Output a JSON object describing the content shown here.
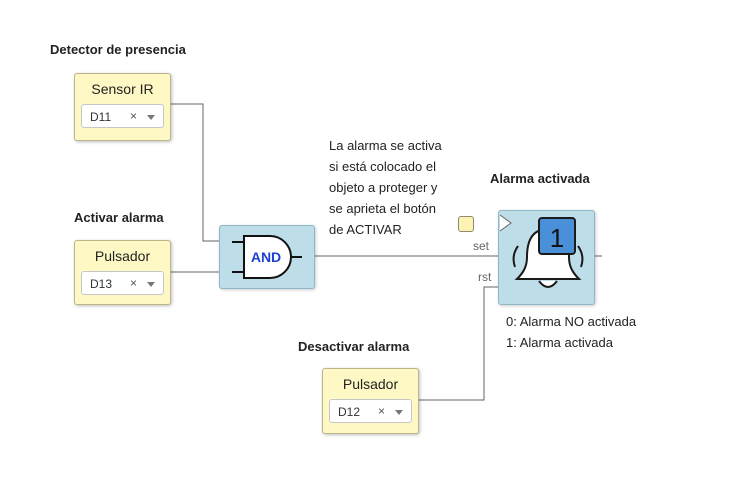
{
  "sections": {
    "detector": "Detector de presencia",
    "activar": "Activar alarma",
    "desactivar": "Desactivar alarma",
    "alarma": "Alarma activada"
  },
  "blocks": {
    "sensor": {
      "label": "Sensor IR",
      "pin": "D11"
    },
    "pulsador_activar": {
      "label": "Pulsador",
      "pin": "D13"
    },
    "pulsador_desactivar": {
      "label": "Pulsador",
      "pin": "D12"
    }
  },
  "and_gate": {
    "label": "AND"
  },
  "alarm": {
    "set_label": "set",
    "rst_label": "rst",
    "display": "1"
  },
  "notes": {
    "instruction": "La alarma se activa\nsi está colocado el\nobjeto a proteger y\nse aprieta el botón\nde ACTIVAR",
    "legend_0": "0: Alarma NO activada",
    "legend_1": "1: Alarma activada"
  },
  "icons": {
    "clear": "×",
    "dropdown": "chevron-down-icon",
    "gate": "and-gate-icon",
    "alarm": "bell-icon"
  },
  "colors": {
    "input_block": "#fdf8c4",
    "logic_block": "#bddde9",
    "display_bg": "#4a90d9"
  }
}
